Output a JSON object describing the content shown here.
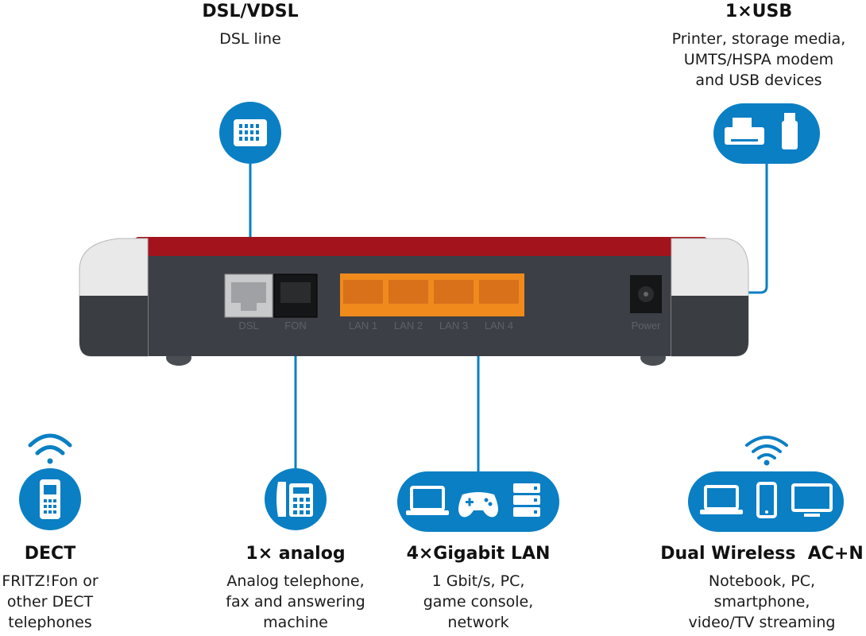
{
  "features": {
    "dsl": {
      "title": "DSL/VDSL",
      "desc": [
        "DSL line"
      ],
      "icon": "dsl-port-icon"
    },
    "usb": {
      "title": "1×USB",
      "desc": [
        "Printer, storage media,",
        "UMTS/HSPA modem",
        "and USB devices"
      ],
      "icons": [
        "printer-icon",
        "usb-stick-icon"
      ]
    },
    "dect": {
      "title": "DECT",
      "desc": [
        "FRITZ!Fon or",
        "other DECT",
        "telephones"
      ],
      "icons": [
        "wireless-signal-icon",
        "cordless-phone-icon"
      ]
    },
    "analog": {
      "title": "1× analog",
      "desc": [
        "Analog telephone,",
        "fax and answering",
        "machine"
      ],
      "icon": "desk-phone-icon"
    },
    "lan": {
      "title": "4×Gigabit LAN",
      "desc": [
        "1 Gbit/s, PC,",
        "game console,",
        "network"
      ],
      "icons": [
        "laptop-icon",
        "gamepad-icon",
        "server-icon"
      ]
    },
    "wifi": {
      "title": "Dual Wireless  AC+N",
      "desc": [
        "Notebook, PC,",
        "smartphone,",
        "video/TV streaming"
      ],
      "icons": [
        "wireless-signal-icon",
        "laptop-icon",
        "smartphone-icon",
        "monitor-icon"
      ]
    }
  },
  "device": {
    "port_labels": {
      "dsl": "DSL",
      "fon": "FON",
      "lan1": "LAN 1",
      "lan2": "LAN 2",
      "lan3": "LAN 3",
      "lan4": "LAN 4",
      "power": "Power"
    }
  },
  "colors": {
    "accent_blue": "#0a7fc4",
    "router_red": "#a3131c",
    "router_body": "#3c3f45",
    "lan_orange": "#f08a1c"
  }
}
